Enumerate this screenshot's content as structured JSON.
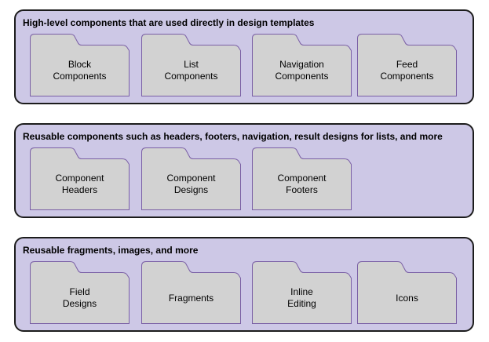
{
  "diagram": {
    "groups": [
      {
        "title": "High-level components that are used directly in design templates",
        "folders": [
          {
            "label": "Block\nComponents"
          },
          {
            "label": "List\nComponents"
          },
          {
            "label": "Navigation\nComponents"
          },
          {
            "label": "Feed\nComponents"
          }
        ]
      },
      {
        "title": "Reusable components such as headers, footers, navigation, result designs for lists, and more",
        "folders": [
          {
            "label": "Component\nHeaders"
          },
          {
            "label": "Component\nDesigns"
          },
          {
            "label": "Component\nFooters"
          }
        ]
      },
      {
        "title": "Reusable fragments, images, and more",
        "folders": [
          {
            "label": "Field\nDesigns"
          },
          {
            "label": "Fragments"
          },
          {
            "label": "Inline\nEditing"
          },
          {
            "label": "Icons"
          }
        ]
      }
    ]
  },
  "colors": {
    "page_background": "#ffffff",
    "group_fill": "#cdc8e6",
    "group_border": "#1c1c1c",
    "folder_fill": "#d2d2d2",
    "folder_border": "#7a5fa5",
    "text": "#000000"
  }
}
